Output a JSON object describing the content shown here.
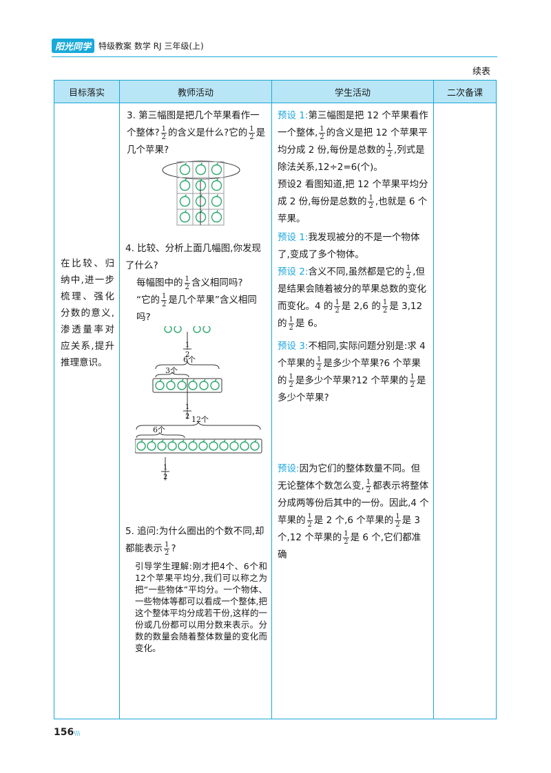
{
  "header": {
    "logo": "阳光同学",
    "title": "特级教案 数学 RJ 三年级(上)"
  },
  "continued": "续表",
  "table": {
    "headers": [
      "目标落实",
      "教师活动",
      "学生活动",
      "二次备课"
    ],
    "goal": "在比较、归纳中,进一步梳理、强化分数的意义,渗透量率对应关系,提升推理意识。"
  },
  "fraction": {
    "num": "1",
    "den": "2"
  },
  "teacher": {
    "q3_a": "3. 第三幅图是把几个苹果看作一个整体?",
    "q3_b": "的含义是什么?它的",
    "q3_c": "是几个苹果?",
    "q4_a": "4. 比较、分析上面几幅图,你发现了什么?",
    "q4_b": "每幅图中的",
    "q4_c": "含义相同吗?",
    "q4_d": "“它的",
    "q4_e": "是几个苹果”含义相同吗?",
    "fig_6": "6个",
    "fig_3": "3个",
    "fig_12": "12个",
    "fig_6b": "6个",
    "q5_a": "5. 追问:为什么圈出的个数不同,却都能表示",
    "q5_b": "?",
    "q5_guide": "引导学生理解:刚才把4个、6个和12个苹果平均分,我们可以称之为把“一些物体”平均分。一个物体、一些物体等都可以看成一个整体,把这个整体平均分成若干份,这样的一份或几份都可以用分数来表示。分数的数量会随着整体数量的变化而变化。"
  },
  "student": {
    "s1_tag": "预设 1:",
    "s1_a": "第三幅图是把 12 个苹果看作一个整体,",
    "s1_b": "的含义是把 12 个苹果平均分成 2 份,每份是总数的",
    "s1_c": ",列式是除法关系,12÷2=6(个)。",
    "s2_tag": "预设2",
    "s2_a": "看图知道,把 12 个苹果平均分成 2 份,每份是总数的",
    "s2_b": ",也就是 6 个苹果。",
    "s3_tag": "预设 1:",
    "s3_a": "我发现被分的不是一个物体了,变成了多个物体。",
    "s4_tag": "预设 2:",
    "s4_a": "含义不同,虽然都是它的",
    "s4_b": ",但是结果会随着被分的苹果总数的变化而变化。4 的",
    "s4_c": "是 2,6 的",
    "s4_d": "是 3,12 的",
    "s4_e": "是 6。",
    "s5_tag": "预设 3:",
    "s5_a": "不相同,实际问题分别是:求 4 个苹果的",
    "s5_b": "是多少个苹果?6 个苹果的",
    "s5_c": "是多少个苹果?12 个苹果的",
    "s5_d": "是多少个苹果?",
    "s6_tag": "预设:",
    "s6_a": "因为它们的整体数量不同。但无论整体个数怎么变,",
    "s6_b": "都表示将整体分成两等份后其中的一份。因此,4 个苹果的",
    "s6_c": "是 2 个,6 个苹果的",
    "s6_d": "是 3 个,12 个苹果的",
    "s6_e": "是 6 个,它们都准确"
  },
  "footer": {
    "page": "156",
    "marks": "\\\\\\"
  },
  "colors": {
    "accent": "#19a9d9",
    "header_fill": "#b9e6f7",
    "preset_text": "#1ba6dc",
    "apple": "#2aa66a"
  }
}
